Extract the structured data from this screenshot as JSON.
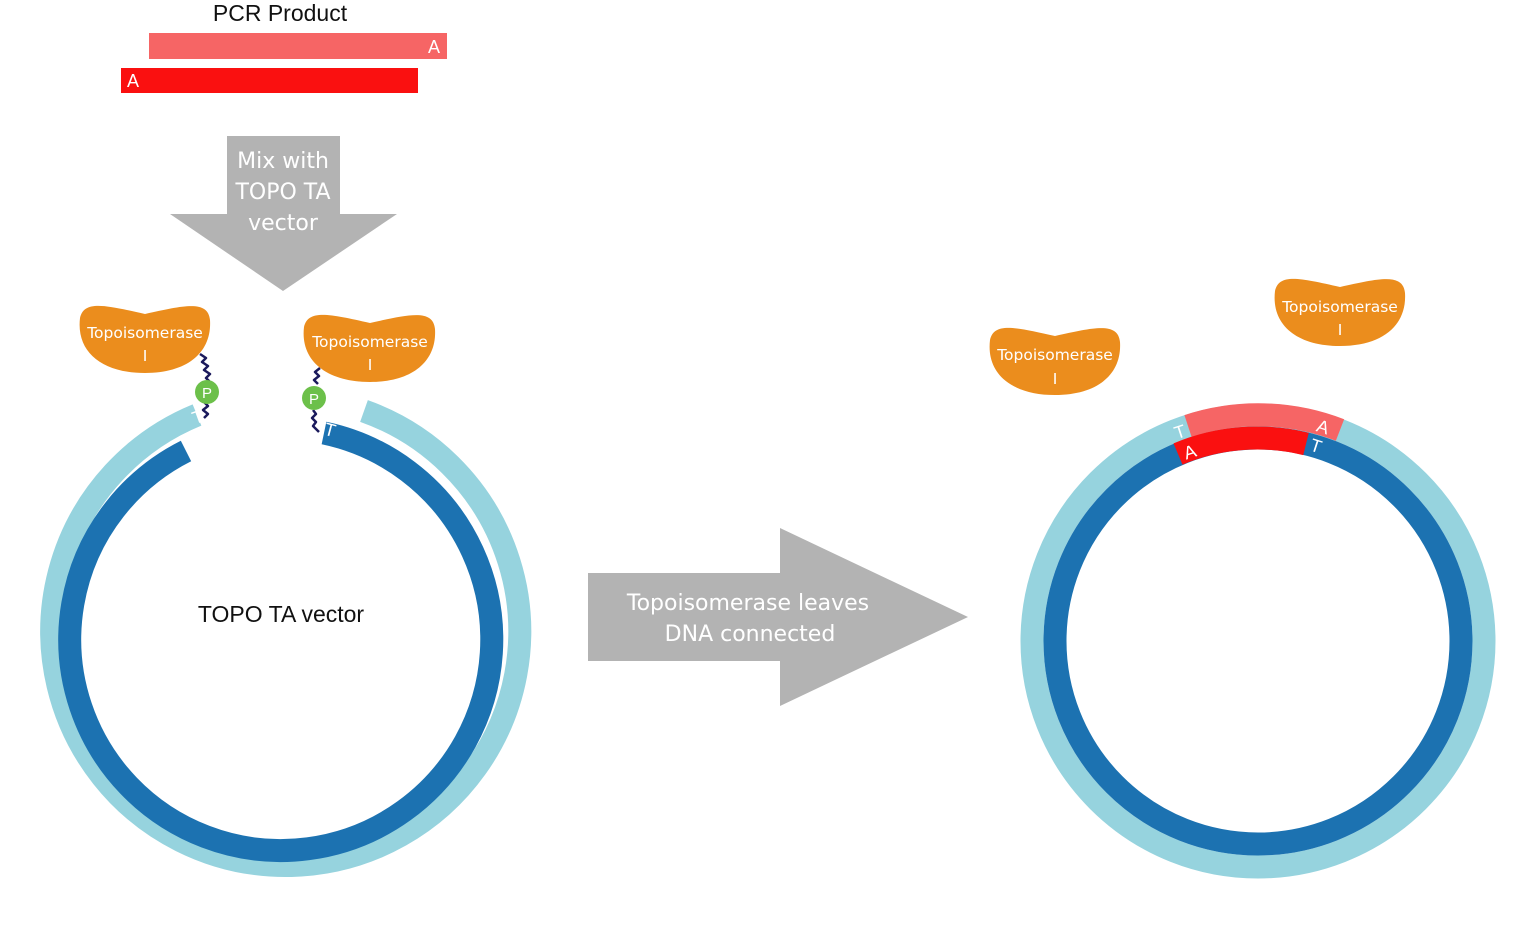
{
  "pcr_product": {
    "title": "PCR Product",
    "top_strand_overhang": "A",
    "bottom_strand_overhang": "A"
  },
  "mix_arrow": {
    "line1": "Mix with",
    "line2": "TOPO TA",
    "line3": "vector"
  },
  "left_plasmid": {
    "label": "TOPO TA vector",
    "left_end_base": "T",
    "right_end_base": "T",
    "phosphate_left": "P",
    "phosphate_right": "P"
  },
  "enzyme_left": {
    "line1": "Topoisomerase",
    "line2": "I"
  },
  "enzyme_right": {
    "line1": "Topoisomerase",
    "line2": "I"
  },
  "result_arrow": {
    "line1": "Topoisomerase leaves",
    "line2": "DNA connected"
  },
  "right_plasmid": {
    "base_outer_left": "T",
    "base_inner_left": "A",
    "base_outer_right": "A",
    "base_inner_right": "T"
  },
  "enzyme_free_1": {
    "line1": "Topoisomerase",
    "line2": "I"
  },
  "enzyme_free_2": {
    "line1": "Topoisomerase",
    "line2": "I"
  },
  "colors": {
    "outer_strand": "#96d3de",
    "inner_strand": "#1c72b1",
    "pcr_light": "#f66565",
    "pcr_dark": "#fa1010",
    "enzyme": "#eb8d1d",
    "phosphate": "#6cc04a",
    "arrow": "#b3b3b3",
    "linker": "#1b1a5c"
  }
}
